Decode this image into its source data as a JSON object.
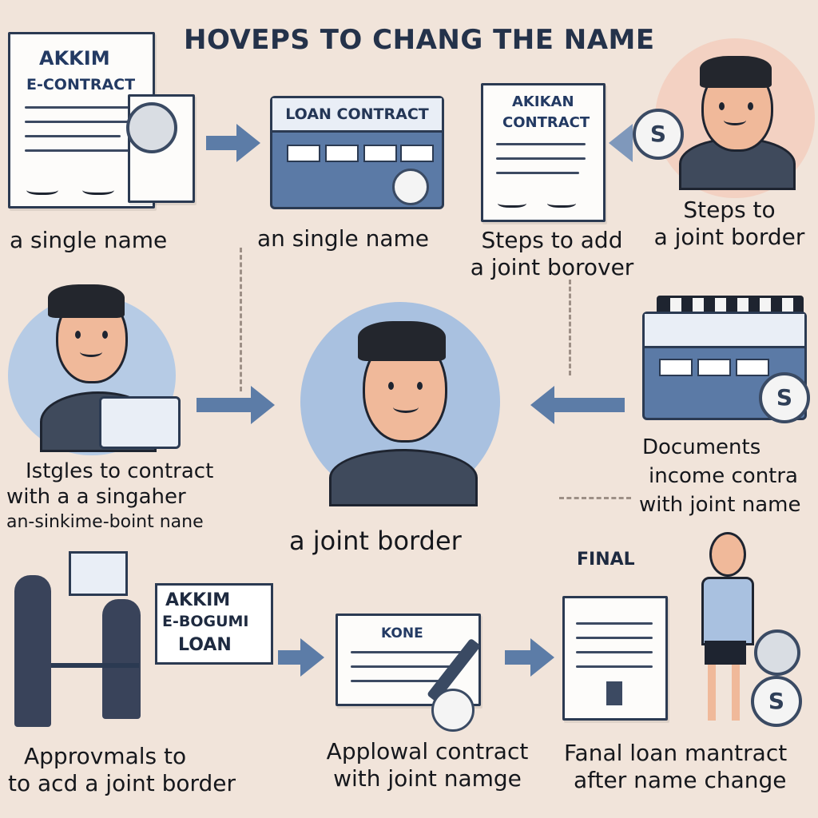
{
  "title": "Hoveps to chang the name",
  "panels": {
    "p1": {
      "doc_title_1": "AKKIM",
      "doc_title_2": "E-CONTRACT",
      "caption": "a single name"
    },
    "p2": {
      "card_title": "LOAN CONTRACT",
      "caption": "an single name"
    },
    "p3": {
      "doc_title_1": "AKIKAN",
      "doc_title_2": "CONTRACT",
      "caption_1": "Steps to add",
      "caption_2": "a joint borover"
    },
    "p4": {
      "coin": "S",
      "caption_1": "Steps to",
      "caption_2": "a joint border"
    },
    "p5": {
      "caption_1": "Istgles to contract",
      "caption_2": "with a a singaher",
      "caption_3": "an-sinkime-boint nane"
    },
    "p6": {
      "caption": "a joint border"
    },
    "p7": {
      "coin": "S",
      "caption_1": "Documents",
      "caption_2": "income contra",
      "caption_3": "with joint name"
    },
    "p8": {
      "sign_1": "AKKIM",
      "sign_2": "E-BOGUMI",
      "sign_3": "LOAN",
      "caption_1": "Approvmals to",
      "caption_2": "to acd a joint border"
    },
    "p9": {
      "doc_title": "KONE",
      "caption_1": "Applowal contract",
      "caption_2": "with joint namge"
    },
    "p10": {
      "label": "FINAL",
      "coin": "S",
      "caption_1": "Fanal loan mantract",
      "caption_2": "after name change"
    }
  },
  "colors": {
    "background": "#f1e4da",
    "accent": "#5c7ca7",
    "ink": "#2b3a52"
  }
}
